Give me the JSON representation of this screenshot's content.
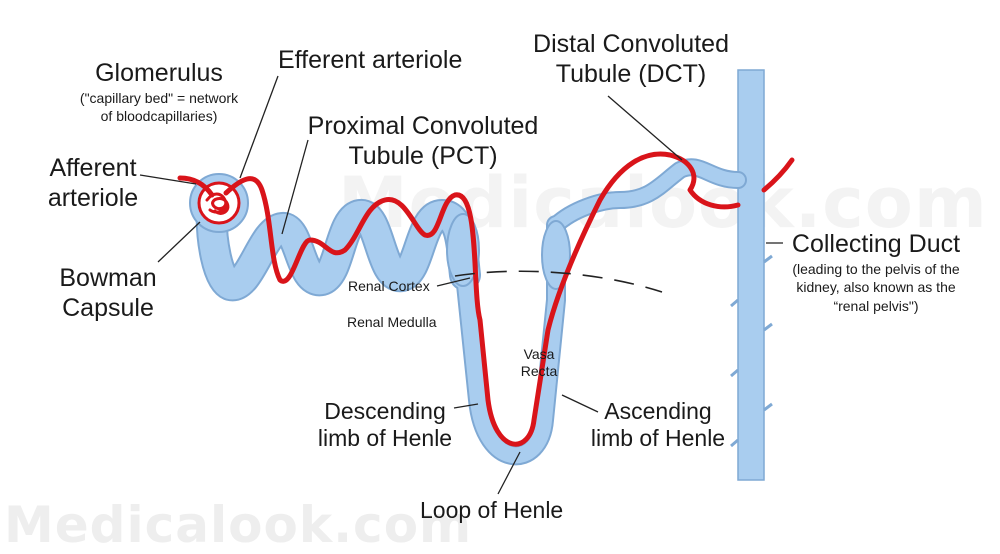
{
  "watermark": {
    "text": "Medicalook.com"
  },
  "labels": {
    "glomerulus": {
      "title": "Glomerulus",
      "note_line1": "(\"capillary bed\" = network",
      "note_line2": "of bloodcapillaries)"
    },
    "efferent": "Efferent arteriole",
    "afferent": {
      "line1": "Afferent",
      "line2": "arteriole"
    },
    "bowman": {
      "line1": "Bowman",
      "line2": "Capsule"
    },
    "pct": {
      "line1": "Proximal Convoluted",
      "line2": "Tubule (PCT)"
    },
    "dct": {
      "line1": "Distal Convoluted",
      "line2": "Tubule (DCT)"
    },
    "collecting": {
      "title": "Collecting Duct",
      "note_line1": "(leading to the pelvis of the",
      "note_line2": "kidney, also known as the",
      "note_line3": "“renal pelvis\")"
    },
    "renal_cortex": "Renal Cortex",
    "renal_medulla": "Renal Medulla",
    "vasa_recta": {
      "line1": "Vasa",
      "line2": "Recta"
    },
    "descending": {
      "line1": "Descending",
      "line2": "limb of Henle"
    },
    "ascending": {
      "line1": "Ascending",
      "line2": "limb of Henle"
    },
    "loop": "Loop of Henle"
  },
  "colors": {
    "tubule": "#a9cdef",
    "tubule_edge": "#7fa9d4",
    "vessel": "#d9141a",
    "leader": "#222222"
  }
}
